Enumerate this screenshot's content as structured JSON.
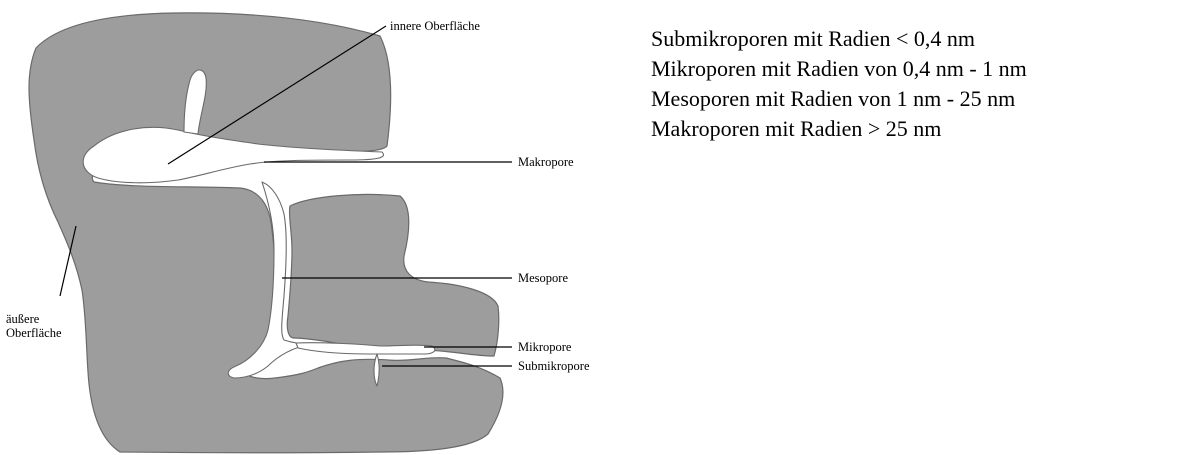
{
  "diagram": {
    "labels": {
      "inner_surface": "innere Oberfläche",
      "macropore": "Makropore",
      "mesopore": "Mesopore",
      "micropore": "Mikropore",
      "submicropore": "Submikropore",
      "outer_surface_line1": "äußere",
      "outer_surface_line2": "Oberfläche"
    },
    "colors": {
      "solid_fill": "#9d9d9d",
      "solid_outline": "#6a6a6a",
      "pore_fill": "#ffffff",
      "line": "#000000"
    }
  },
  "legend": {
    "items": [
      "Submikroporen mit Radien < 0,4 nm",
      "Mikroporen mit Radien von 0,4 nm - 1 nm",
      "Mesoporen mit Radien von 1 nm - 25 nm",
      "Makroporen mit Radien > 25 nm"
    ]
  }
}
